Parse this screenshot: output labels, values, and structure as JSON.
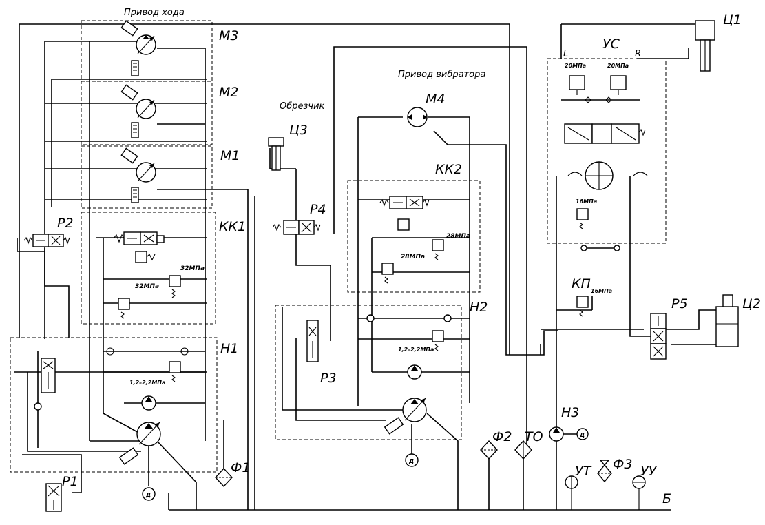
{
  "labels": {
    "privod_hoda": "Привод хода",
    "privod_vibratora": "Привод вибратора",
    "obrezchik": "Обрезчик",
    "M1": "М1",
    "M2": "М2",
    "M3": "М3",
    "M4": "М4",
    "KK1": "КК1",
    "KK2": "КК2",
    "H1": "Н1",
    "H2": "Н2",
    "H3": "Н3",
    "P1": "Р1",
    "P2": "Р2",
    "P3": "Р3",
    "P4": "Р4",
    "P5": "Р5",
    "C1": "Ц1",
    "C2": "Ц2",
    "C3": "Ц3",
    "US": "УС",
    "L": "L",
    "R": "R",
    "KP": "КП",
    "KP_pressure": "16МПа",
    "F1": "Ф1",
    "F2": "Ф2",
    "F3": "Ф3",
    "TO": "ТО",
    "UT": "УТ",
    "UU": "УУ",
    "B": "Б",
    "D": "Д",
    "p32a": "32МПа",
    "p32b": "32МПа",
    "p28a": "28МПа",
    "p28b": "28МПа",
    "p20a": "20МПа",
    "p20b": "20МПа",
    "p16": "16МПа",
    "p122a": "1,2–2,2МПа",
    "p122b": "1,2–2,2МПа"
  }
}
